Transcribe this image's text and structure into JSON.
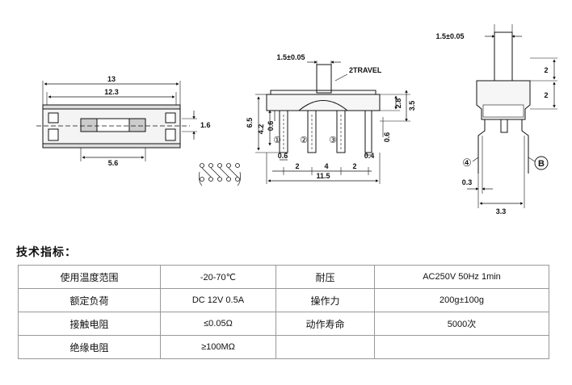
{
  "front_view": {
    "dim_overall": "13",
    "dim_body": "12.3",
    "dim_height": "1.6",
    "dim_slot": "5.6"
  },
  "side_view": {
    "dim_actuator": "1.5±0.05",
    "travel_label": "2TRAVEL",
    "dim_total_height": "6.5",
    "dim_42": "4.2",
    "dim_06_left": "0.6",
    "dim_28": "2.8",
    "dim_35": "3.5",
    "dim_06_right": "0.6",
    "dim_06_bottom": "0.6",
    "dim_04": "0.4",
    "dim_pitch_a": "2",
    "dim_pitch_b": "4",
    "dim_pitch_c": "2",
    "dim_115": "11.5",
    "pin_1": "①",
    "pin_2": "②",
    "pin_3": "③"
  },
  "end_view": {
    "dim_actuator": "1.5±0.05",
    "dim_2_upper": "2",
    "dim_2_lower": "2",
    "pin_4": "④",
    "pin_b": "B",
    "dim_03": "0.3",
    "dim_33": "3.3"
  },
  "section_title": "技术指标：",
  "specs": [
    [
      "使用温度范围",
      "-20-70℃",
      "耐压",
      "AC250V 50Hz 1min"
    ],
    [
      "额定负荷",
      "DC 12V 0.5A",
      "操作力",
      "200g±100g"
    ],
    [
      "接触电阻",
      "≤0.05Ω",
      "动作寿命",
      "5000次"
    ],
    [
      "绝缘电阻",
      "≥100MΩ",
      "",
      ""
    ]
  ]
}
